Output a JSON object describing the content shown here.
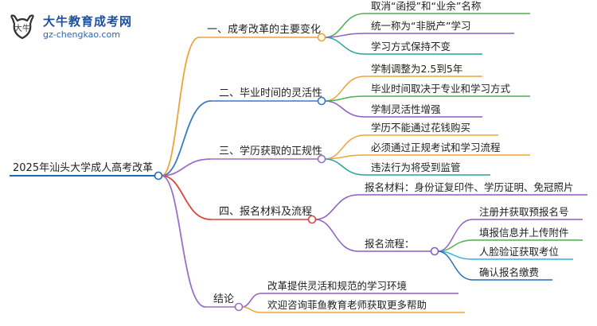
{
  "logo": {
    "name": "大牛教育成考网",
    "url": "gz-chengkao.com",
    "seal": "大牛"
  },
  "root": {
    "label": "2025年汕头大学成人高考改革"
  },
  "branches": [
    {
      "label": "一、成考改革的主要变化",
      "color": "#f0a23a",
      "leaves": [
        {
          "label": "取消“函授”和“业余”名称"
        },
        {
          "label": "统一称为“非脱产”学习"
        },
        {
          "label": "学习方式保持不变"
        }
      ]
    },
    {
      "label": "二、毕业时间的灵活性",
      "color": "#3a78c8",
      "leaves": [
        {
          "label": "学制调整为2.5到5年"
        },
        {
          "label": "毕业时间取决于专业和学习方式"
        },
        {
          "label": "学制灵活性增强"
        }
      ]
    },
    {
      "label": "三、学历获取的正规性",
      "color": "#9b6fc8",
      "leaves": [
        {
          "label": "学历不能通过花钱购买"
        },
        {
          "label": "必须通过正规考试和学习流程"
        },
        {
          "label": "违法行为将受到监管"
        }
      ]
    },
    {
      "label": "四、报名材料及流程",
      "color": "#d9463c",
      "leaves": [
        {
          "label": "报名材料：身份证复印件、学历证明、免冠照片"
        },
        {
          "label": "报名流程：",
          "children": [
            {
              "label": "注册并获取预报名号"
            },
            {
              "label": "填报信息并上传附件"
            },
            {
              "label": "人脸验证获取考位"
            },
            {
              "label": "确认报名缴费"
            }
          ]
        }
      ]
    },
    {
      "label": "结论",
      "color": "#9b6fc8",
      "leaves": [
        {
          "label": "改革提供灵活和规范的学习环境"
        },
        {
          "label": "欢迎咨询菲鱼教育老师获取更多帮助"
        }
      ]
    }
  ],
  "colors": {
    "leaf_green": "#4caf50",
    "leaf_purple": "#8e5cc4",
    "leaf_orange": "#f0a23a",
    "leaf_teal": "#26a69a",
    "leaf_blue": "#1e6bb8",
    "leaf_cyan": "#29b6d6"
  }
}
